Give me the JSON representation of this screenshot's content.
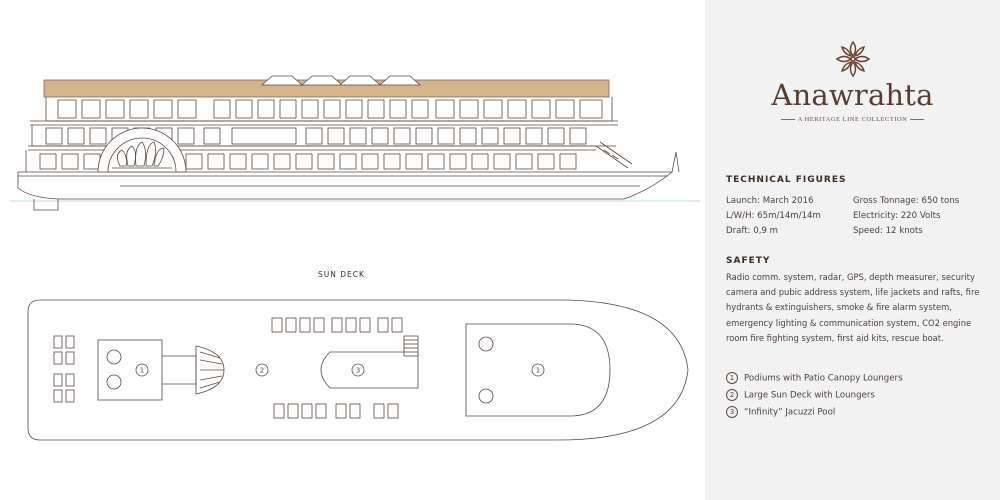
{
  "brand": {
    "name": "Anawrahta",
    "tagline": "A HERITAGE LINE COLLECTION",
    "logo_icon": "lotus-ornament-icon"
  },
  "technical": {
    "heading": "TECHNICAL FIGURES",
    "left": [
      "Launch: March 2016",
      "L/W/H: 65m/14m/14m",
      "Draft: 0,9 m"
    ],
    "right": [
      "Gross Tonnage: 650 tons",
      "Electricity: 220 Volts",
      "Speed: 12 knots"
    ]
  },
  "safety": {
    "heading": "SAFETY",
    "text": "Radio comm. system, radar, GPS, depth measurer, security camera and pubic address system, life jackets and rafts, fire hydrants & extinguishers, smoke & fire alarm system, emergency lighting & communication system, CO2 engine room fire fighting system, first aid kits, rescue boat."
  },
  "legend": [
    {
      "num": "1",
      "label": "Podiums with Patio Canopy Loungers"
    },
    {
      "num": "2",
      "label": "Large Sun Deck with Loungers"
    },
    {
      "num": "3",
      "label": "“Infinity” Jacuzzi Pool"
    }
  ],
  "deck": {
    "title": "SUN DECK",
    "markers": [
      "1",
      "2",
      "3",
      "1"
    ]
  },
  "colors": {
    "line": "#5a4a42",
    "roof": "#d4b489",
    "brand": "#5b3b2c",
    "panel": "#f2f2f2",
    "water": "#a9cde3"
  }
}
